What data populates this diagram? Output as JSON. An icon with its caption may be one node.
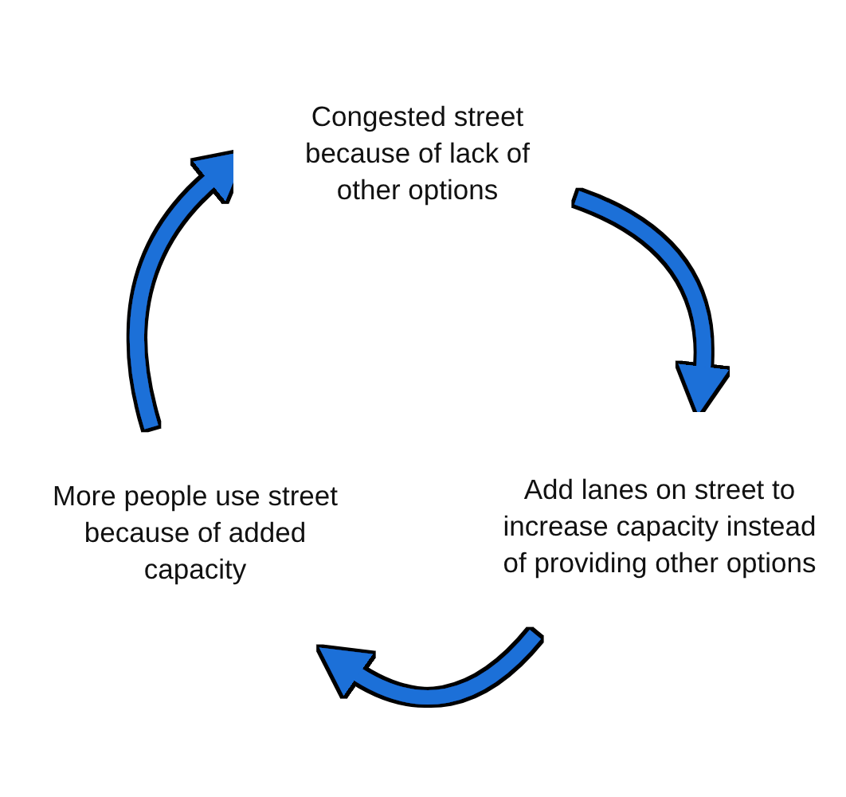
{
  "diagram": {
    "nodes": [
      {
        "text": [
          "Congested street because of lack of other options"
        ]
      },
      {
        "text": [
          "Add lanes on street to increase capacity instead of providing other options"
        ]
      },
      {
        "text": [
          "More people use street because of added capacity"
        ]
      }
    ],
    "edges": [
      {
        "from": 0,
        "to": 1,
        "arrow": "to"
      },
      {
        "from": 1,
        "to": 2,
        "arrow": "to"
      },
      {
        "from": 2,
        "to": 0,
        "arrow": "to"
      }
    ]
  }
}
